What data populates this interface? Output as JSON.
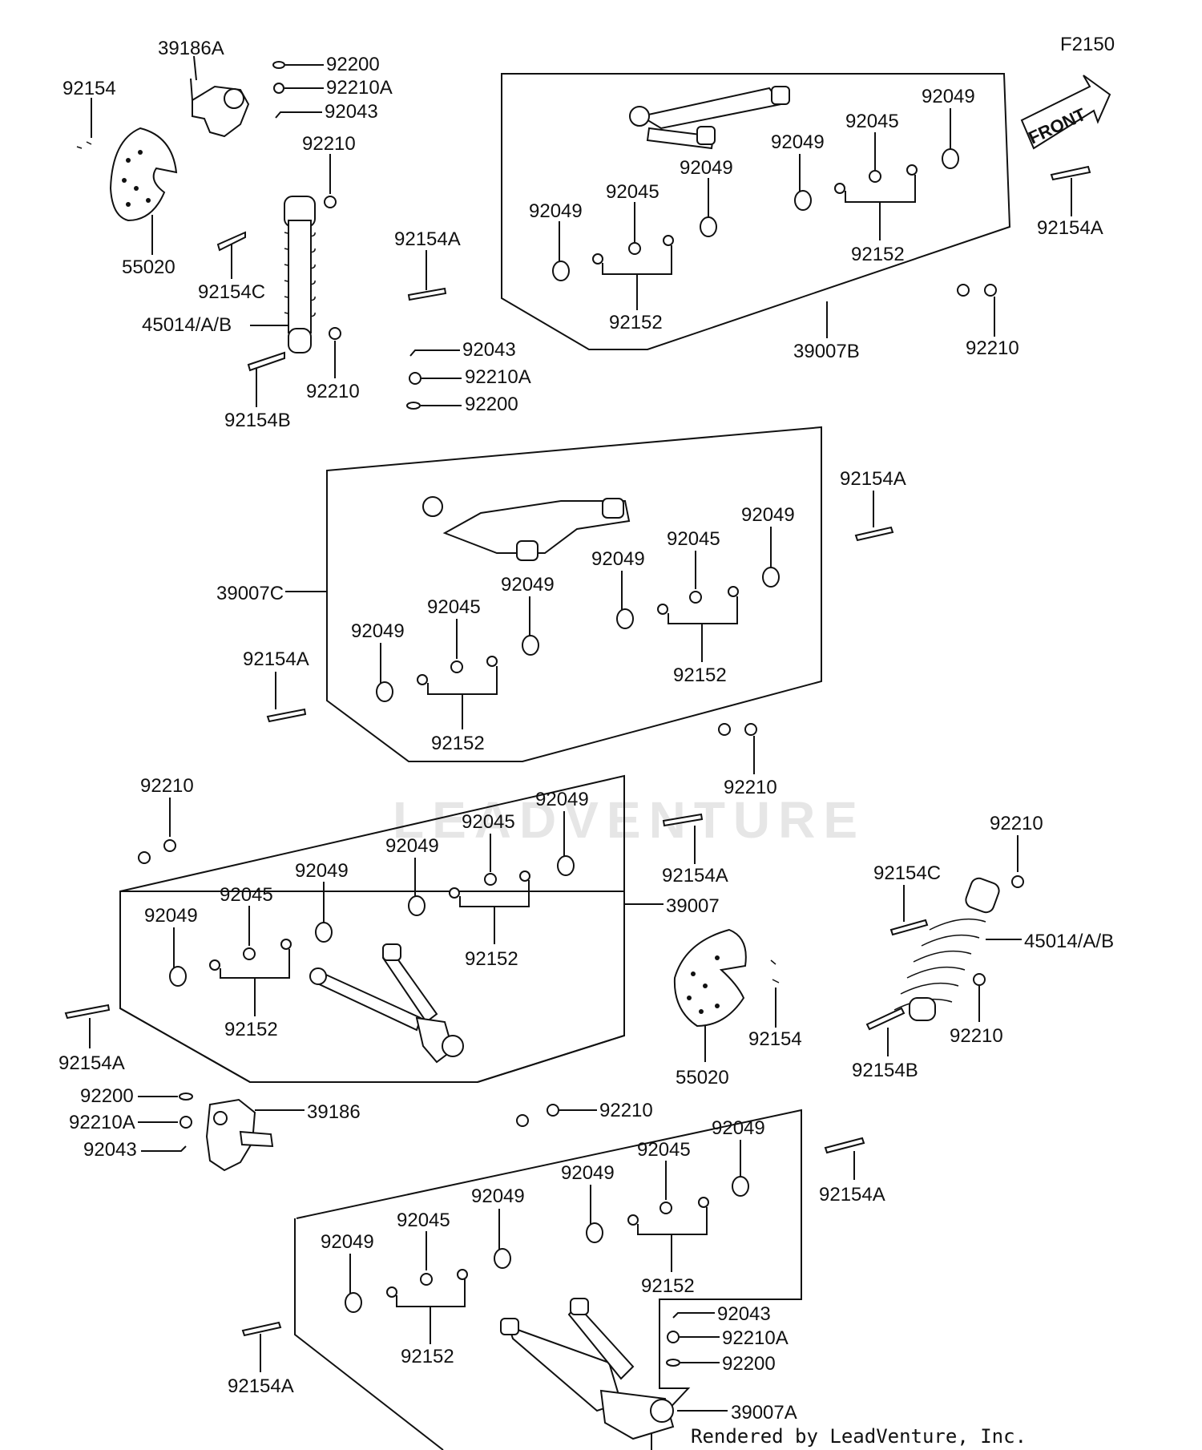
{
  "diagram_code": "F2150",
  "front_label": "FRONT",
  "footer": "Rendered by LeadVenture, Inc.",
  "watermark": "LEADVENTURE",
  "labels": {
    "top": {
      "p39186A": "39186A",
      "p92200": "92200",
      "p92210A": "92210A",
      "p92043": "92043",
      "p92154": "92154",
      "p92210": "92210",
      "p55020": "55020",
      "p92154C": "92154C",
      "p45014": "45014/A/B",
      "p92154B": "92154B",
      "p92210b": "92210",
      "p92154A": "92154A",
      "p92043b": "92043",
      "p92210Ab": "92210A",
      "p92200b": "92200"
    },
    "box_b": {
      "p92049a": "92049",
      "p92049b": "92049",
      "p92049c": "92049",
      "p92049d": "92049",
      "p92045a": "92045",
      "p92045b": "92045",
      "p92152a": "92152",
      "p92152b": "92152",
      "p39007B": "39007B",
      "p92210": "92210",
      "p92154A": "92154A"
    },
    "box_c": {
      "p39007C": "39007C",
      "p92154A": "92154A",
      "p92154Ab": "92154A",
      "p92049a": "92049",
      "p92049b": "92049",
      "p92049c": "92049",
      "p92049d": "92049",
      "p92045a": "92045",
      "p92045b": "92045",
      "p92152a": "92152",
      "p92152b": "92152",
      "p92210": "92210"
    },
    "box_d": {
      "p92210": "92210",
      "p92049a": "92049",
      "p92049b": "92049",
      "p92049c": "92049",
      "p92049d": "92049",
      "p92045a": "92045",
      "p92045b": "92045",
      "p92152a": "92152",
      "p92152b": "92152",
      "p39007": "39007",
      "p92154A": "92154A",
      "p92154Ab": "92154A"
    },
    "right": {
      "p92210a": "92210",
      "p92154C": "92154C",
      "p45014": "45014/A/B",
      "p92154": "92154",
      "p55020": "55020",
      "p92210b": "92210",
      "p92154B": "92154B"
    },
    "bottom": {
      "p92200": "92200",
      "p92210A": "92210A",
      "p92043": "92043",
      "p39186": "39186",
      "p92210": "92210",
      "p92049a": "92049",
      "p92049b": "92049",
      "p92049c": "92049",
      "p92049d": "92049",
      "p92045a": "92045",
      "p92045b": "92045",
      "p92152a": "92152",
      "p92152b": "92152",
      "p92154A": "92154A",
      "p92154Ab": "92154A",
      "p92043b": "92043",
      "p92210Ab": "92210A",
      "p92200b": "92200",
      "p39007A": "39007A"
    }
  }
}
